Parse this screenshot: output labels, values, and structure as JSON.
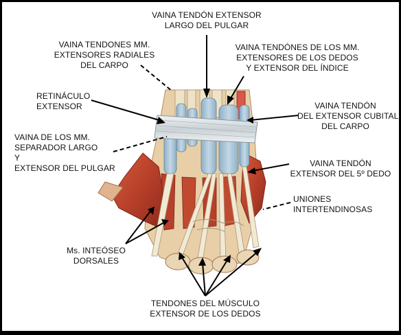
{
  "labels": {
    "vaina_extensor_largo_pulgar": [
      "VAINA TENDÓN EXTENSOR",
      "LARGO DEL PULGAR"
    ],
    "vaina_radiales": [
      "VAINA TENDONES MM.",
      "EXTENSORES RADIALES",
      "DEL CARPO"
    ],
    "vaina_extensores_dedos": [
      "VAINA TENDÓNES DE LOS MM.",
      "EXTENSORES DE LOS DEDOS",
      "Y EXTENSOR DEL ÍNDICE"
    ],
    "retinaculo": [
      "RETINÁCULO",
      "EXTENSOR"
    ],
    "vaina_cubital": [
      "VAINA TENDÓN",
      "DEL EXTENSOR CUBITAL",
      "DEL CARPO"
    ],
    "vaina_separador": [
      "VAINA DE LOS MM.",
      "SEPARADOR LARGO",
      "Y",
      "EXTENSOR DEL PULGAR"
    ],
    "vaina_quinto": [
      "VAINA TENDÓN",
      "EXTENSOR DEL 5º DEDO"
    ],
    "uniones": [
      "UNIONES",
      "INTERTENDINOSAS"
    ],
    "interoseos": [
      "Ms. INTEÓSEO",
      "DORSALES"
    ],
    "tendones_extensor": [
      "TENDONES DEL MÚSCULO",
      "EXTENSOR DE LOS DEDOS"
    ]
  },
  "colors": {
    "muscle": "#c4452f",
    "muscle_dark": "#8e2a1c",
    "tendon": "#eee3c8",
    "sheath": "#a9c4d6",
    "retinaculum": "#dde3e6",
    "skin": "#e9c9a3",
    "leader": "#000000"
  }
}
